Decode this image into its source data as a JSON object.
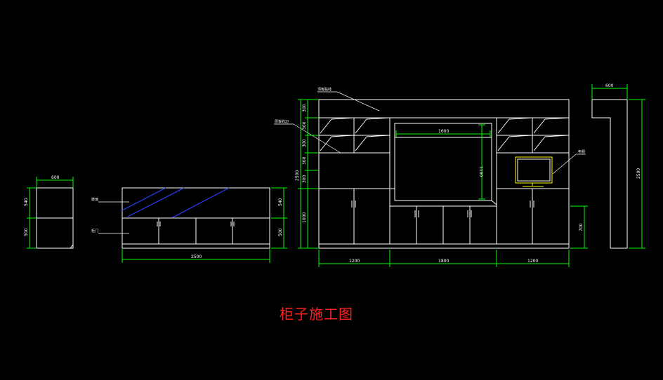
{
  "drawing": {
    "title": "柜子施工图",
    "colors": {
      "background": "#000000",
      "outline": "#ffffff",
      "dimension": "#00ff00",
      "glass": "#2a3cff",
      "title": "#ff2020",
      "tv": "#ffff00"
    }
  },
  "side_view": {
    "width": "600",
    "upper_h": "540",
    "lower_h": "500"
  },
  "low_cabinet": {
    "width": "2500",
    "upper_h": "540",
    "lower_h": "500",
    "label_glass": "玻璃",
    "label_door": "柜门"
  },
  "wall_unit": {
    "total_h": "2500",
    "lower_h": "1000",
    "tv_stand_h": "700",
    "shelf_dims": [
      "300",
      "300",
      "300",
      "300",
      "300"
    ],
    "bottom_dims": [
      "1200",
      "1800",
      "1200"
    ],
    "tv_opening_w": "1600",
    "tv_opening_h": "1100",
    "label_top": "顶板贴线",
    "label_shelf": "层板收边",
    "label_tv": "电视"
  },
  "right_side_view": {
    "width": "600",
    "height": "2500"
  }
}
